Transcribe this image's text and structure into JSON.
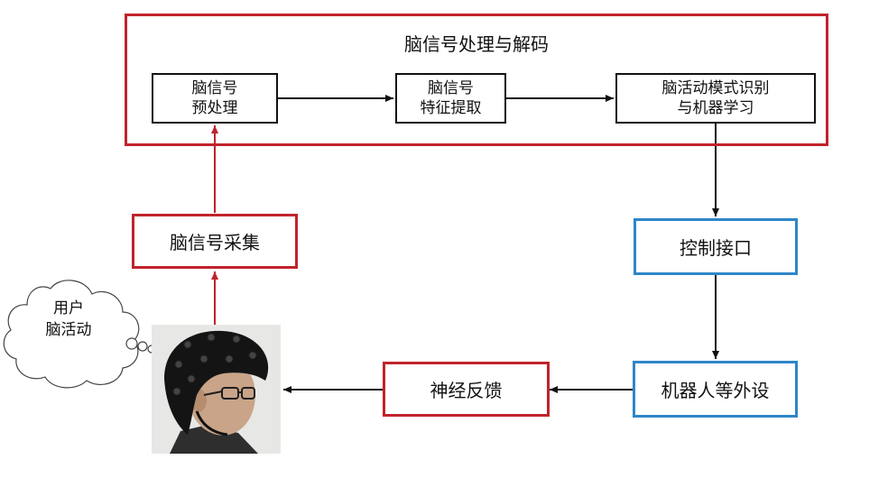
{
  "processing": {
    "title": "脑信号处理与解码",
    "steps": [
      {
        "line1": "脑信号",
        "line2": "预处理"
      },
      {
        "line1": "脑信号",
        "line2": "特征提取"
      },
      {
        "line1": "脑活动模式识别",
        "line2": "与机器学习"
      }
    ]
  },
  "acquisition": {
    "label": "脑信号采集"
  },
  "control_interface": {
    "label": "控制接口"
  },
  "peripheral": {
    "label": "机器人等外设"
  },
  "feedback": {
    "label": "神经反馈"
  },
  "thought": {
    "line1": "用户",
    "line2": "脑活动"
  },
  "colors": {
    "red_border": "#c0232c",
    "blue_border": "#2e86c8",
    "arrow_black": "#111111",
    "arrow_red": "#c0232c"
  }
}
